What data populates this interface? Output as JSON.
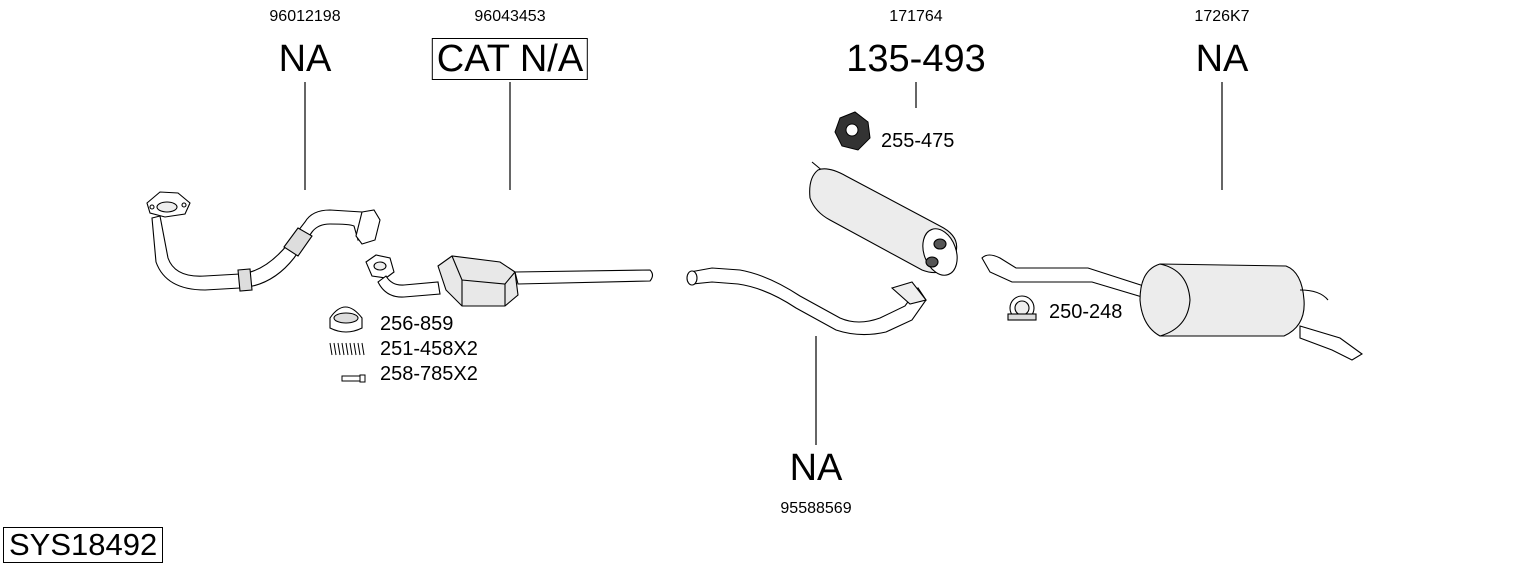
{
  "system_id": "SYS18492",
  "parts": [
    {
      "ref": "96012198",
      "code": "NA"
    },
    {
      "ref": "96043453",
      "code": "CAT N/A"
    },
    {
      "ref": "171764",
      "code": "135-493"
    },
    {
      "ref": "1726K7",
      "code": "NA"
    },
    {
      "ref": "95588569",
      "code": "NA"
    }
  ],
  "accessories": [
    {
      "code": "256-859"
    },
    {
      "code": "251-458X2"
    },
    {
      "code": "258-785X2"
    },
    {
      "code": "255-475"
    },
    {
      "code": "250-248"
    }
  ]
}
